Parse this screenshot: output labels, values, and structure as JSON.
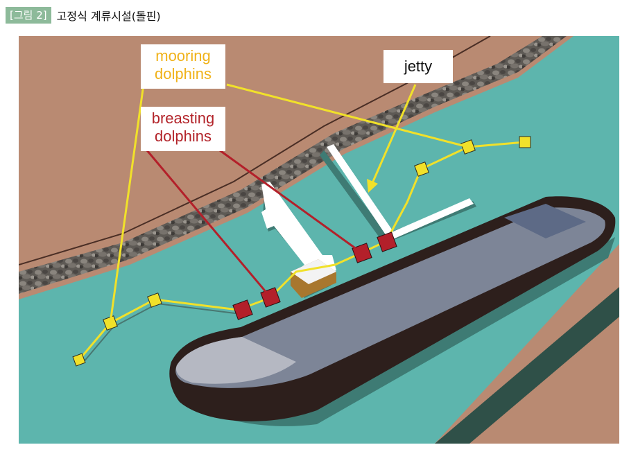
{
  "header": {
    "figure_tag": "[그림 2]",
    "figure_title": "고정식 계류시설(돌핀)"
  },
  "labels": {
    "mooring_line1": "mooring",
    "mooring_line2": "dolphins",
    "breasting_line1": "breasting",
    "breasting_line2": "dolphins",
    "jetty": "jetty"
  },
  "colors": {
    "land": "#b98a72",
    "water": "#5db5ad",
    "rock": "#6f6b66",
    "mooring_label": "#f0b21a",
    "breasting_label": "#b3242a",
    "mooring_dolphin": "#f1e12a",
    "breasting_dolphin": "#b3202a",
    "ship_hull": "#2d1f1c",
    "ship_deck": "#7d8597",
    "jetty": "#ffffff"
  }
}
